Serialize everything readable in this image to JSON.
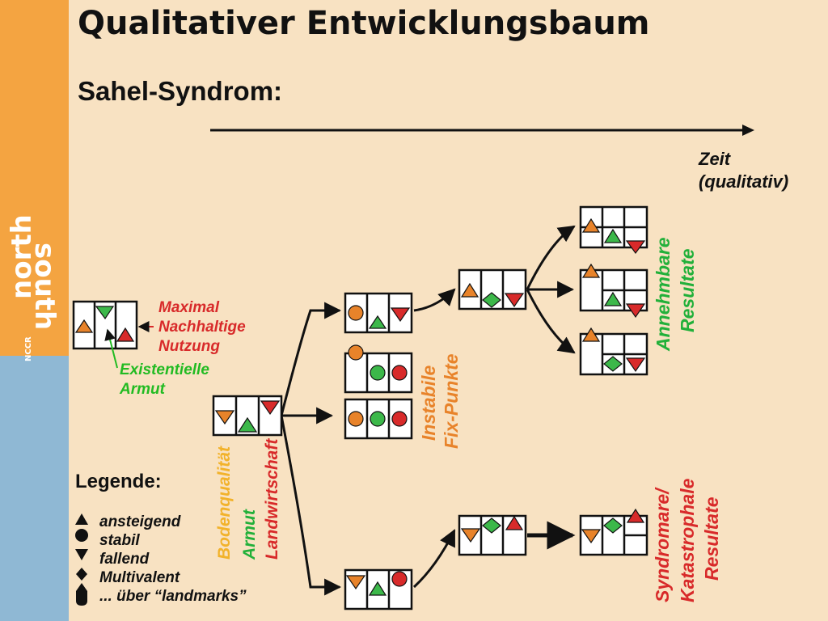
{
  "title": "Qualitativer Entwicklungsbaum",
  "subtitle": "Sahel-Syndrom:",
  "time_axis": {
    "line1": "Zeit",
    "line2": "(qualitativ)"
  },
  "sidebar": {
    "brand_line1": "north",
    "brand_line2": "south",
    "brand_prefix": "NCCR"
  },
  "reference": {
    "max_label": [
      "Maximal",
      "Nachhaltige",
      "Nutzung"
    ],
    "min_label": [
      "Existentielle",
      "Armut"
    ]
  },
  "variables": [
    "Bodenqualität",
    "Armut",
    "Landwirtschaft"
  ],
  "group_labels": {
    "instabile": [
      "Instabile",
      "Fix-Punkte"
    ],
    "annehmbare": [
      "Annehmbare",
      "Resultate"
    ],
    "syndromare": [
      "Syndromare/",
      "Katastrophale",
      "Resultate"
    ]
  },
  "legend": {
    "title": "Legende:",
    "items": [
      "ansteigend",
      "stabil",
      "fallend",
      "Multivalent",
      "... über “landmarks”"
    ]
  },
  "colors": {
    "bodenqualitaet": "#e8832a",
    "armut": "#3cb84a",
    "landwirtschaft": "#d82a2a",
    "sidebar_top": "#f4a441",
    "sidebar_bottom": "#8fb8d4",
    "background": "#f8e2c2"
  }
}
